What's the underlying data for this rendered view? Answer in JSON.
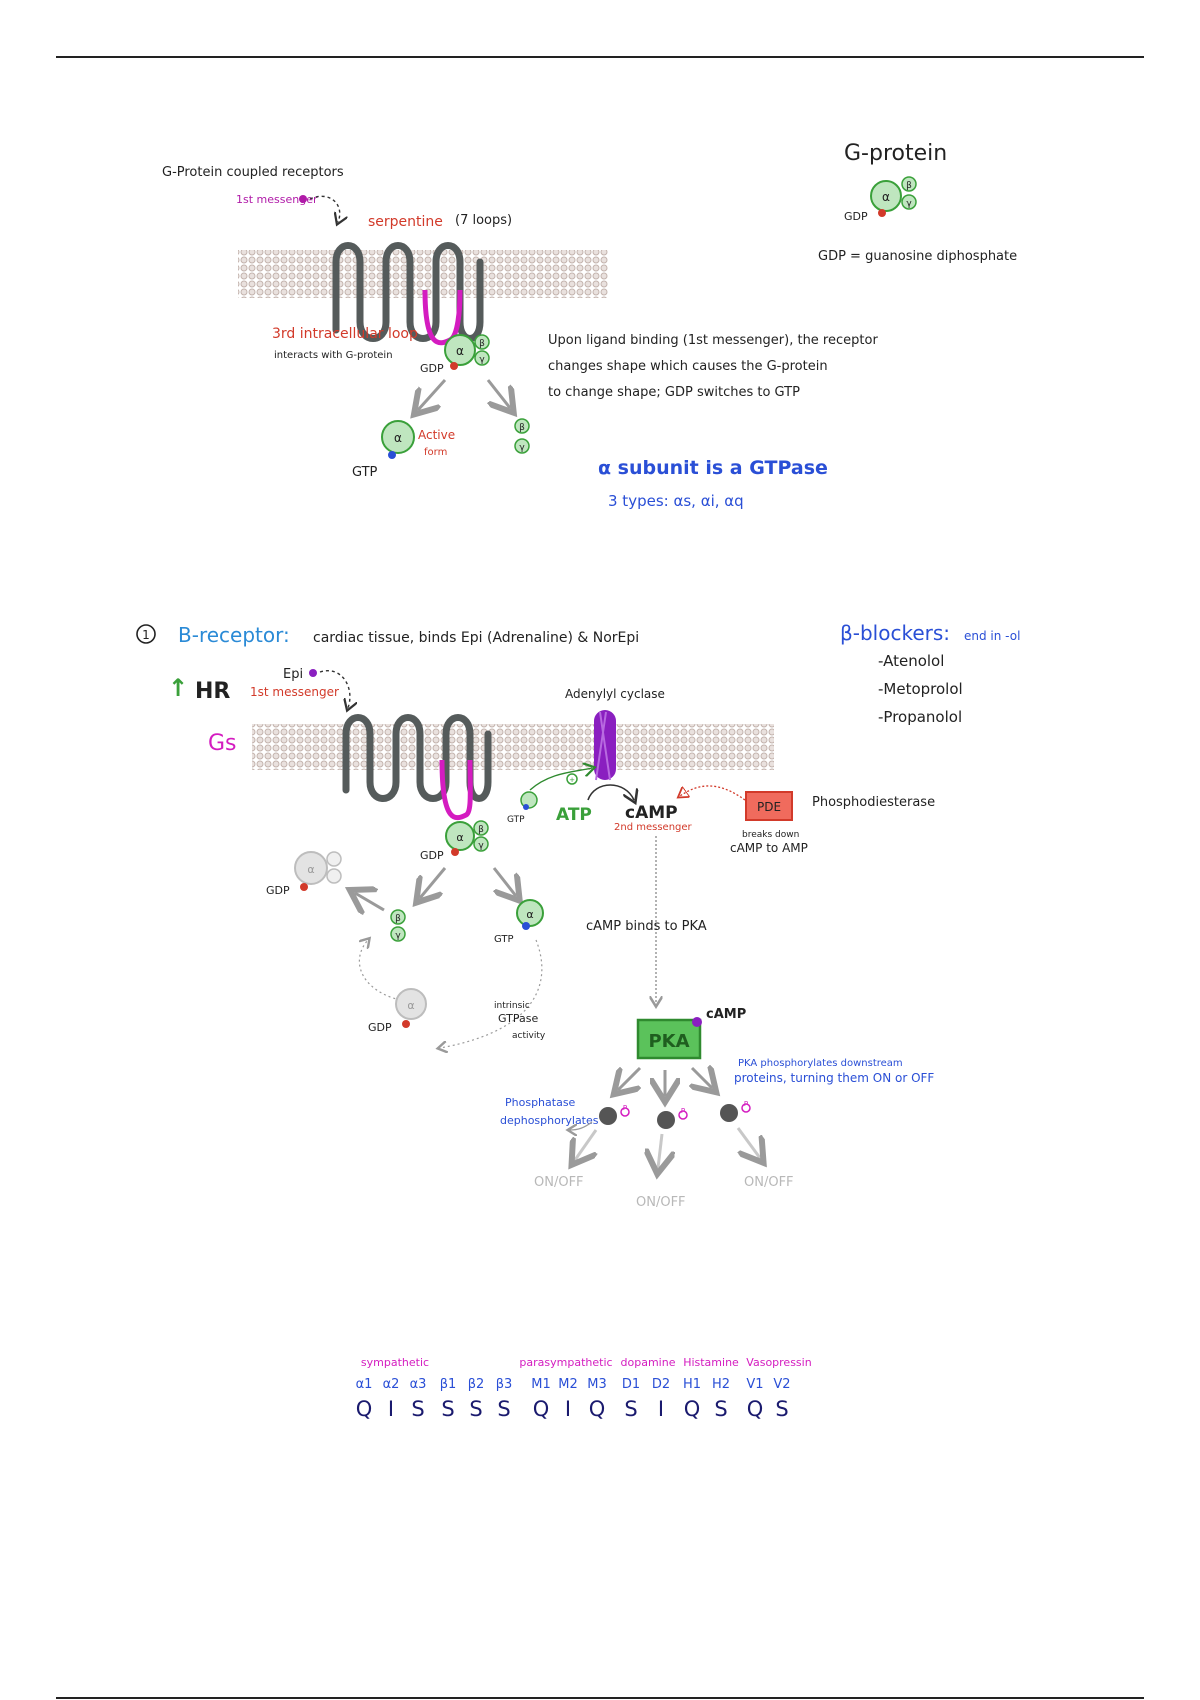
{
  "section1": {
    "title": "G-Protein coupled receptors",
    "messenger": "1st messenger",
    "serpentine": "serpentine",
    "loops": "(7 loops)",
    "loop3_title": "3rd intracellular loop",
    "loop3_sub": "interacts with G-protein",
    "gdp": "GDP",
    "gtp": "GTP",
    "alpha": "α",
    "beta": "β",
    "gamma": "γ",
    "active_form_1": "Active",
    "active_form_2": "form",
    "desc_line1": "Upon ligand binding (1st messenger), the receptor",
    "desc_line2": "changes shape which causes the G-protein",
    "desc_line3": "to change shape; GDP switches to GTP",
    "gtpase_line": "α subunit is a GTPase",
    "types_line": "3 types: αs, αi, αq"
  },
  "gprotein_legend": {
    "title": "G-protein",
    "gdp": "GDP",
    "gdp_def": "GDP = guanosine diphosphate"
  },
  "section2": {
    "number": "1",
    "receptor_title": "B-receptor:",
    "receptor_desc": "cardiac tissue, binds Epi (Adrenaline) & NorEpi",
    "hr": "HR",
    "up_arrow": "↑",
    "epi": "Epi",
    "messenger": "1st messenger",
    "gs": "Gs",
    "adenylyl": "Adenylyl cyclase",
    "gtp_small": "GTP",
    "atp": "ATP",
    "camp": "cAMP",
    "second_messenger": "2nd messenger",
    "pde": "PDE",
    "pde_name": "Phosphodiesterase",
    "pde_breaks_1": "breaks down",
    "pde_breaks_2": "cAMP to AMP",
    "gdp": "GDP",
    "gtp": "GTP",
    "intrinsic_1": "intrinsic",
    "intrinsic_2": "GTPase",
    "intrinsic_3": "activity",
    "camp_binds": "cAMP binds to PKA",
    "pka": "PKA",
    "pka_camp": "cAMP",
    "pka_desc_1": "PKA phosphorylates downstream",
    "pka_desc_2": "proteins, turning them ON or OFF",
    "phosphatase_1": "Phosphatase",
    "phosphatase_2": "dephosphorylates",
    "onoff": [
      "ON/OFF",
      "ON/OFF",
      "ON/OFF"
    ],
    "p": "P"
  },
  "blockers": {
    "title": "β-blockers:",
    "suffix": "end in -ol",
    "items": [
      "-Atenolol",
      "-Metoprolol",
      "-Propanolol"
    ]
  },
  "table": {
    "groups": [
      "sympathetic",
      "parasympathetic",
      "dopamine",
      "Histamine",
      "Vasopressin"
    ],
    "receptors": [
      "α1",
      "α2",
      "α3",
      "β1",
      "β2",
      "β3",
      "M1",
      "M2",
      "M3",
      "D1",
      "D2",
      "H1",
      "H2",
      "V1",
      "V2"
    ],
    "types": [
      "Q",
      "I",
      "S",
      "S",
      "S",
      "S",
      "Q",
      "I",
      "Q",
      "S",
      "I",
      "Q",
      "S",
      "Q",
      "S"
    ]
  },
  "colors": {
    "green": "#3aa03a",
    "green_fill": "#bfe6bf",
    "magenta": "#d41cc0",
    "red": "#d23a2a",
    "blue": "#2a4fd6",
    "purple": "#8a1fc0",
    "navy": "#1a1a6e",
    "grey": "#9a9a9a",
    "membrane": "#cbbcb6"
  }
}
